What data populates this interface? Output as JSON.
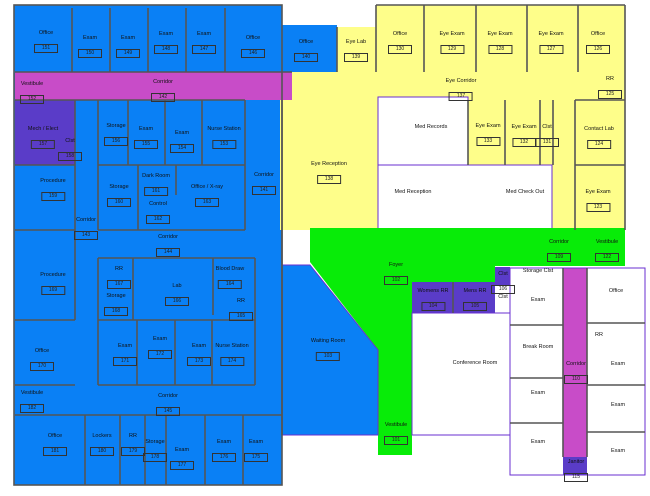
{
  "colors": {
    "clinic_blue": "#0a80f5",
    "eye_yellow": "#fefe8a",
    "public_green": "#08ec08",
    "corridor_purple": "#c84cc8",
    "service_indigo": "#5a3cc8",
    "unassigned_white": "#ffffff"
  },
  "rooms": {
    "r151": {
      "name": "Office",
      "number": "151"
    },
    "r150": {
      "name": "Exam",
      "number": "150"
    },
    "r149": {
      "name": "Exam",
      "number": "149"
    },
    "r148": {
      "name": "Exam",
      "number": "148"
    },
    "r147": {
      "name": "Exam",
      "number": "147"
    },
    "r146": {
      "name": "Office",
      "number": "146"
    },
    "r140": {
      "name": "Office",
      "number": "140"
    },
    "r152": {
      "name": "Vestibule",
      "number": "152"
    },
    "r142": {
      "name": "Corridor",
      "number": "142"
    },
    "r157": {
      "name": "Mech / Elect",
      "number": "157"
    },
    "r158": {
      "name": "Clst",
      "number": "158"
    },
    "r156": {
      "name": "Storage",
      "number": "156"
    },
    "r155": {
      "name": "Exam",
      "number": "155"
    },
    "r154": {
      "name": "Exam",
      "number": "154"
    },
    "r153": {
      "name": "Nurse Station",
      "number": "153"
    },
    "r141": {
      "name": "Corridor",
      "number": "141"
    },
    "r159": {
      "name": "Procedure",
      "number": "159"
    },
    "r160": {
      "name": "Storage",
      "number": "160"
    },
    "r161": {
      "name": "Dark Room",
      "number": "161"
    },
    "r162": {
      "name": "Control",
      "number": "162"
    },
    "r163": {
      "name": "Office / X-ray",
      "number": "163"
    },
    "r143": {
      "name": "Corridor",
      "number": "143"
    },
    "r144": {
      "name": "Corridor",
      "number": "144"
    },
    "r169": {
      "name": "Procedure",
      "number": "169"
    },
    "r167": {
      "name": "RR",
      "number": "167"
    },
    "r168": {
      "name": "Storage",
      "number": "168"
    },
    "r166": {
      "name": "Lab",
      "number": "166"
    },
    "r164": {
      "name": "Blood Draw",
      "number": "164"
    },
    "r165": {
      "name": "RR",
      "number": "165"
    },
    "r170": {
      "name": "Office",
      "number": "170"
    },
    "r171": {
      "name": "Exam",
      "number": "171"
    },
    "r172": {
      "name": "Exam",
      "number": "172"
    },
    "r173": {
      "name": "Exam",
      "number": "173"
    },
    "r174": {
      "name": "Nurse Station",
      "number": "174"
    },
    "r182": {
      "name": "Vestibule",
      "number": "182"
    },
    "r145": {
      "name": "Corridor",
      "number": "145"
    },
    "r181": {
      "name": "Office",
      "number": "181"
    },
    "r180": {
      "name": "Lockers",
      "number": "180"
    },
    "r179": {
      "name": "RR",
      "number": "179"
    },
    "r178": {
      "name": "Storage",
      "number": "178"
    },
    "r177": {
      "name": "Exam",
      "number": "177"
    },
    "r176": {
      "name": "Exam",
      "number": "176"
    },
    "r175": {
      "name": "Exam",
      "number": "175"
    },
    "r103": {
      "name": "Waiting Room",
      "number": "103"
    },
    "r139": {
      "name": "Eye Lab",
      "number": "139"
    },
    "r130": {
      "name": "Office",
      "number": "130"
    },
    "r129": {
      "name": "Eye Exam",
      "number": "129"
    },
    "r128": {
      "name": "Eye Exam",
      "number": "128"
    },
    "r127": {
      "name": "Eye Exam",
      "number": "127"
    },
    "r126": {
      "name": "Office",
      "number": "126"
    },
    "r125": {
      "name": "RR",
      "number": "125"
    },
    "r137": {
      "name": "Eye Corridor",
      "number": "137"
    },
    "r138": {
      "name": "Eye Reception",
      "number": "138"
    },
    "rMedRec": {
      "name": "Med Records"
    },
    "r133": {
      "name": "Eye Exam",
      "number": "133"
    },
    "r132": {
      "name": "Eye Exam",
      "number": "132"
    },
    "r131": {
      "name": "Clst",
      "number": "131"
    },
    "r124": {
      "name": "Contact Lab",
      "number": "124"
    },
    "rMedRecep": {
      "name": "Med Reception"
    },
    "rMedCheck": {
      "name": "Med Check Out"
    },
    "r123": {
      "name": "Eye Exam",
      "number": "123"
    },
    "r109": {
      "name": "Corridor",
      "number": "109"
    },
    "r122": {
      "name": "Vestibule",
      "number": "122"
    },
    "r102": {
      "name": "Foyer",
      "number": "102"
    },
    "r104": {
      "name": "Womens RR",
      "number": "104"
    },
    "r105": {
      "name": "Mens RR",
      "number": "105"
    },
    "r106": {
      "name": "Clst",
      "number": "106"
    },
    "rClst2": {
      "name": "Clst"
    },
    "rStorClst": {
      "name": "Storage Clst"
    },
    "rExamA": {
      "name": "Exam"
    },
    "rOfficeR": {
      "name": "Office"
    },
    "rBreak": {
      "name": "Break Room"
    },
    "rRRR": {
      "name": "RR"
    },
    "r110": {
      "name": "Corridor",
      "number": "110"
    },
    "rExamB": {
      "name": "Exam"
    },
    "rExamC": {
      "name": "Exam"
    },
    "rExamD": {
      "name": "Exam"
    },
    "rExamE": {
      "name": "Exam"
    },
    "rExamF": {
      "name": "Exam"
    },
    "r115": {
      "name": "Janitor",
      "number": "115"
    },
    "rConf": {
      "name": "Conference Room"
    },
    "r101": {
      "name": "Vestibule",
      "number": "101"
    }
  }
}
